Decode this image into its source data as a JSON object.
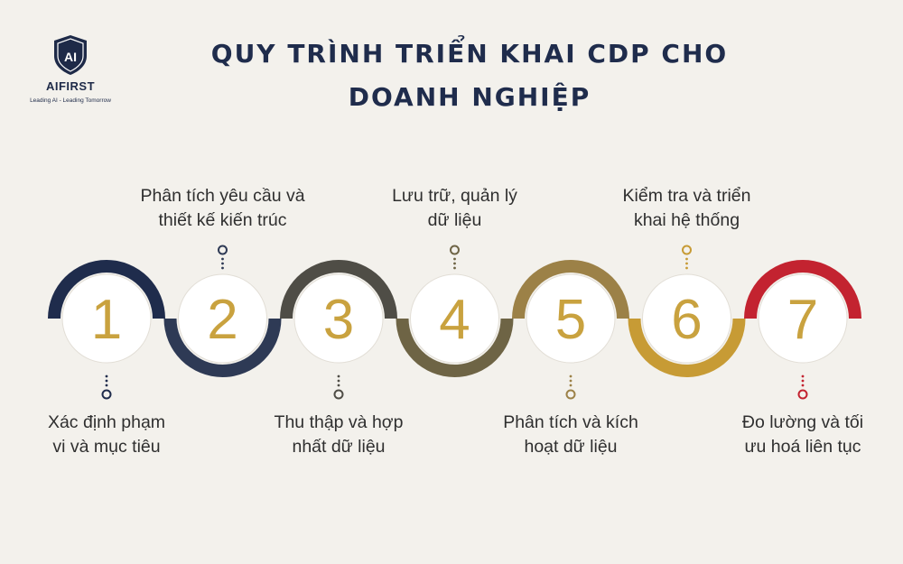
{
  "brand": {
    "logo_letters": "AI",
    "name": "AIFIRST",
    "tagline": "Leading AI - Leading Tomorrow"
  },
  "title": {
    "line1": "QUY TRÌNH TRIỂN KHAI CDP CHO",
    "line2": "DOANH NGHIỆP"
  },
  "steps": [
    {
      "number": "1",
      "label_lines": [
        "Xác định phạm",
        "vi và mục tiêu"
      ],
      "color": "#1f2c4c",
      "arc": "top",
      "label_pos": "below"
    },
    {
      "number": "2",
      "label_lines": [
        "Phân tích yêu cầu và",
        "thiết kế kiến trúc"
      ],
      "color": "#2e3a55",
      "arc": "bottom",
      "label_pos": "above"
    },
    {
      "number": "3",
      "label_lines": [
        "Thu thập và hợp",
        "nhất dữ liệu"
      ],
      "color": "#4f4d46",
      "arc": "top",
      "label_pos": "below"
    },
    {
      "number": "4",
      "label_lines": [
        "Lưu trữ, quản lý",
        "dữ liệu"
      ],
      "color": "#6e6445",
      "arc": "bottom",
      "label_pos": "above"
    },
    {
      "number": "5",
      "label_lines": [
        "Phân tích và kích",
        "hoạt dữ liệu"
      ],
      "color": "#9c8147",
      "arc": "top",
      "label_pos": "below"
    },
    {
      "number": "6",
      "label_lines": [
        "Kiểm tra và triển",
        "khai hệ thống"
      ],
      "color": "#c79b35",
      "arc": "bottom",
      "label_pos": "above"
    },
    {
      "number": "7",
      "label_lines": [
        "Đo lường và tối",
        "ưu hoá liên tục"
      ],
      "color": "#c32330",
      "arc": "top",
      "label_pos": "below"
    }
  ],
  "colors": {
    "background": "#f3f1ec",
    "title": "#1f2c4c",
    "number": "#c9a23f",
    "circle_fill": "#ffffff"
  }
}
